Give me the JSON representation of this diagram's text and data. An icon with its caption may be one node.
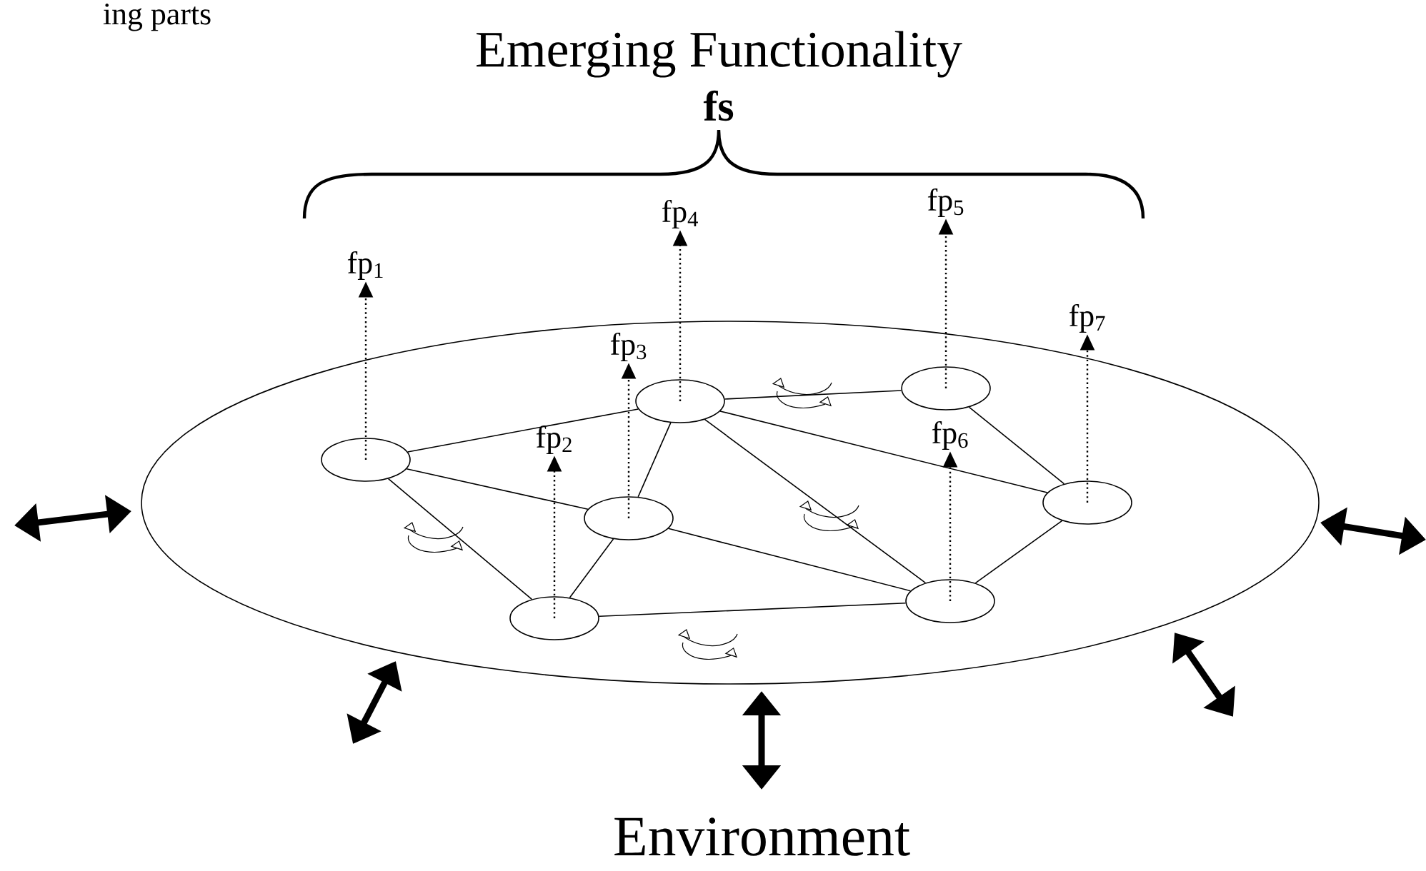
{
  "diagram": {
    "title": "Emerging Functionality",
    "nodes": [
      {
        "text": [],
        "shape": "ellipse"
      },
      {
        "text": [
          "fp$_{1}$"
        ]
      },
      {
        "text": [
          "fp$_{4}$"
        ]
      },
      {
        "text": [
          "fp$_{5}$"
        ]
      },
      {
        "text": [
          "fp$_{7}$"
        ]
      },
      {
        "text": [
          "fp$_{3}$"
        ],
        "in": 0
      },
      {
        "text": [
          "fp$_{2}$"
        ],
        "in": 0
      },
      {
        "text": [
          "fp$_{6}$"
        ],
        "in": 0
      },
      {
        "text": [],
        "shape": "ellipse",
        "in": 0
      },
      {
        "text": [],
        "shape": "ellipse",
        "in": 0
      },
      {
        "text": [],
        "shape": "ellipse",
        "in": 0
      },
      {
        "text": [],
        "shape": "ellipse",
        "in": 0
      },
      {
        "text": [],
        "shape": "ellipse",
        "in": 0
      },
      {
        "text": [],
        "shape": "ellipse",
        "in": 0
      },
      {
        "text": [],
        "shape": "ellipse",
        "in": 0
      }
    ],
    "edges": [
      {
        "from": 8,
        "to": 1,
        "arrow": "to",
        "style": "dashed"
      },
      {
        "from": 9,
        "to": 2,
        "arrow": "to",
        "style": "dashed"
      },
      {
        "from": 10,
        "to": 3,
        "arrow": "to",
        "style": "dashed"
      },
      {
        "from": 12,
        "to": 4,
        "arrow": "to",
        "style": "dashed"
      },
      {
        "from": 11,
        "to": 5,
        "arrow": "to",
        "style": "dashed"
      },
      {
        "from": 14,
        "to": 6,
        "arrow": "to",
        "style": "dashed"
      },
      {
        "from": 13,
        "to": 7,
        "arrow": "to",
        "style": "dashed"
      },
      {
        "from": 8,
        "to": 9,
        "arrow": "none"
      },
      {
        "from": 8,
        "to": 11,
        "arrow": "none"
      },
      {
        "from": 8,
        "to": 14,
        "arrow": "none"
      },
      {
        "from": 9,
        "to": 10,
        "arrow": "none"
      },
      {
        "from": 9,
        "to": 11,
        "arrow": "none"
      },
      {
        "from": 9,
        "to": 13,
        "arrow": "none"
      },
      {
        "from": 9,
        "to": 12,
        "arrow": "none"
      },
      {
        "from": 10,
        "to": 12,
        "arrow": "none"
      },
      {
        "from": 11,
        "to": 14,
        "arrow": "none"
      },
      {
        "from": 11,
        "to": 13,
        "arrow": "none"
      },
      {
        "from": 14,
        "to": 13,
        "arrow": "none"
      },
      {
        "from": 13,
        "to": 12,
        "arrow": "none"
      }
    ],
    "labels": [
      "ing parts",
      "fs",
      "Environment"
    ]
  }
}
